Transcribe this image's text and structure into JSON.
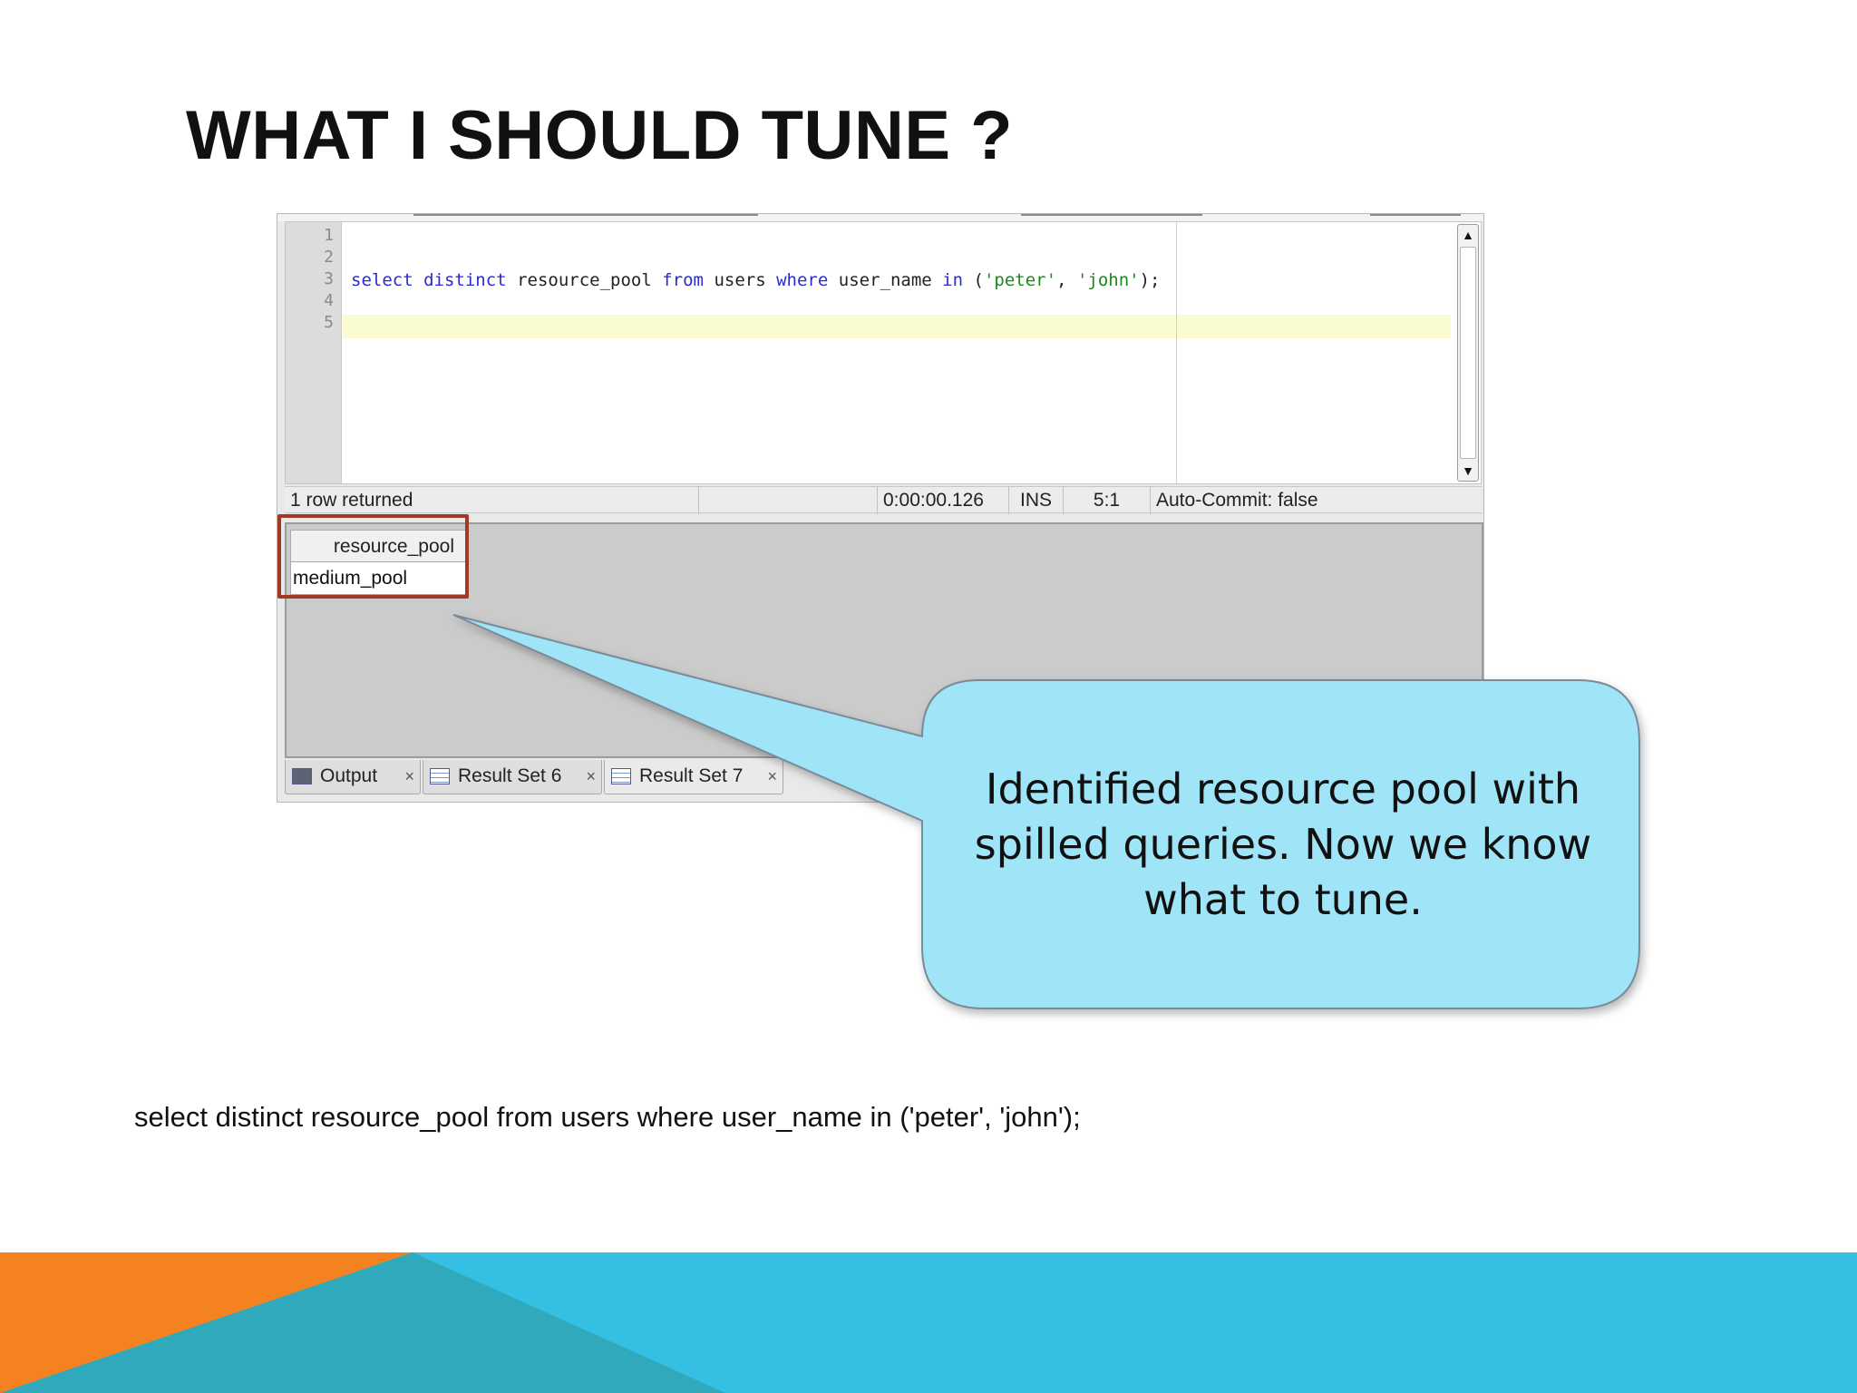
{
  "slide": {
    "title": "WHAT I SHOULD TUNE ?",
    "caption": "select distinct resource_pool from users where user_name in ('peter', 'john');"
  },
  "editor": {
    "line_numbers": [
      "1",
      "2",
      "3",
      "4",
      "5"
    ],
    "code": {
      "select": "select",
      "distinct": "distinct",
      "column": "resource_pool",
      "from": "from",
      "table": "users",
      "where": "where",
      "field": "user_name",
      "in": "in",
      "open": "(",
      "value1": "'peter'",
      "comma": ",",
      "value2": "'john'",
      "close": ");"
    }
  },
  "status_bar": {
    "rows": "1 row returned",
    "elapsed": "0:00:00.126",
    "mode": "INS",
    "position": "5:1",
    "autocommit": "Auto-Commit: false"
  },
  "result_grid": {
    "columns": [
      "resource_pool"
    ],
    "rows": [
      [
        "medium_pool"
      ]
    ]
  },
  "result_tabs": [
    {
      "label": "Output",
      "icon": "console-icon",
      "close": "×"
    },
    {
      "label": "Result Set 6",
      "icon": "table-icon",
      "close": "×"
    },
    {
      "label": "Result Set 7",
      "icon": "table-icon",
      "close": "×"
    }
  ],
  "callout": {
    "lines": [
      "Identified resource pool with",
      "spilled queries. Now we know",
      "what to tune."
    ],
    "fill": "#a0e4f8",
    "stroke": "#7a8a96"
  },
  "colors": {
    "highlight_box": "#a03a22",
    "footer_orange": "#f58220",
    "footer_blue": "#35c0e3",
    "footer_teal": "#2fa9bb"
  }
}
